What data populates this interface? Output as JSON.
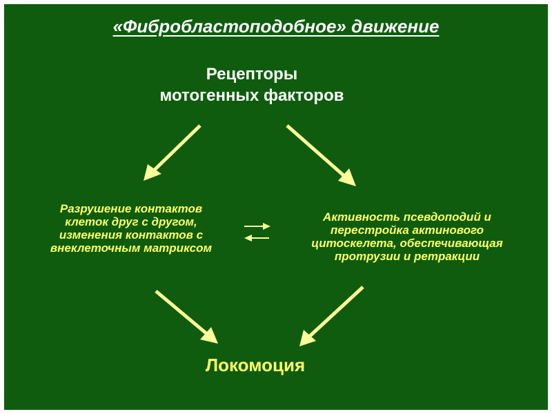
{
  "title": "«Фибробластоподобное» движение",
  "nodes": {
    "receptors": "Рецепторы\nмотогенных факторов",
    "contacts": "Разрушение контактов\nклеток друг с другом,\nизменения контактов с\nвнеклеточным матриксом",
    "pseudopodia": "Активность псевдоподий и\nперестройка актинового\nцитоскелета, обеспечивающая\nпротрузии и ретракции",
    "locomotion": "Локомоция"
  },
  "colors": {
    "background": "#0f5c0f",
    "title": "#ffffff",
    "text": "#ffff66",
    "arrow": "#ffff99"
  }
}
